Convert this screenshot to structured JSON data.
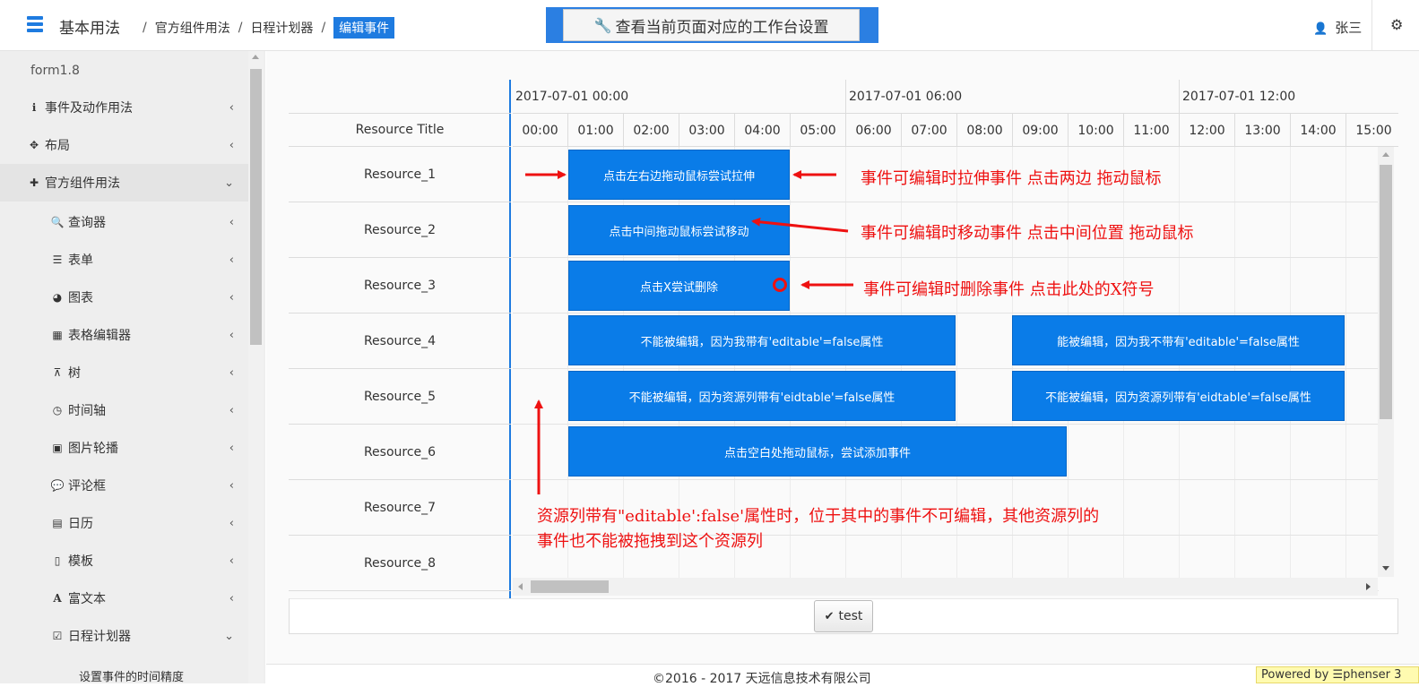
{
  "header": {
    "app_title": "基本用法",
    "breadcrumbs": [
      "官方组件用法",
      "日程计划器",
      "编辑事件"
    ],
    "workspace_button": "查看当前页面对应的工作台设置",
    "user_name": "张三",
    "icons": {
      "menu": "hamburger-icon",
      "workspace": "wrench-icon",
      "user": "user-icon",
      "settings": "gear-icon"
    }
  },
  "sidebar": {
    "version": "form1.8",
    "items": [
      {
        "label": "事件及动作用法",
        "icon": "info-circle-icon",
        "expanded": false
      },
      {
        "label": "布局",
        "icon": "move-arrows-icon",
        "expanded": false
      },
      {
        "label": "官方组件用法",
        "icon": "puzzle-icon",
        "expanded": true
      }
    ],
    "subitems": [
      {
        "label": "查询器",
        "icon": "search-icon"
      },
      {
        "label": "表单",
        "icon": "form-list-icon"
      },
      {
        "label": "图表",
        "icon": "pie-chart-icon"
      },
      {
        "label": "表格编辑器",
        "icon": "table-icon"
      },
      {
        "label": "树",
        "icon": "sitemap-icon"
      },
      {
        "label": "时间轴",
        "icon": "clock-icon"
      },
      {
        "label": "图片轮播",
        "icon": "image-icon"
      },
      {
        "label": "评论框",
        "icon": "comment-icon"
      },
      {
        "label": "日历",
        "icon": "calendar-icon"
      },
      {
        "label": "模板",
        "icon": "file-template-icon"
      },
      {
        "label": "富文本",
        "icon": "font-icon"
      },
      {
        "label": "日程计划器",
        "icon": "calendar-check-icon",
        "expanded": true
      }
    ],
    "partial_item": "设置事件的时间精度"
  },
  "scheduler": {
    "resource_title": "Resource Title",
    "days": [
      "2017-07-01 00:00",
      "2017-07-01 06:00",
      "2017-07-01 12:00"
    ],
    "hours": [
      "00:00",
      "01:00",
      "02:00",
      "03:00",
      "04:00",
      "05:00",
      "06:00",
      "07:00",
      "08:00",
      "09:00",
      "10:00",
      "11:00",
      "12:00",
      "13:00",
      "14:00",
      "15:00"
    ],
    "resources": [
      "Resource_1",
      "Resource_2",
      "Resource_3",
      "Resource_4",
      "Resource_5",
      "Resource_6",
      "Resource_7",
      "Resource_8"
    ],
    "events": [
      {
        "resource": "Resource_1",
        "start": "01:00",
        "end": "05:00",
        "text": "点击左右边拖动鼠标尝试拉伸"
      },
      {
        "resource": "Resource_2",
        "start": "01:00",
        "end": "05:00",
        "text": "点击中间拖动鼠标尝试移动"
      },
      {
        "resource": "Resource_3",
        "start": "01:00",
        "end": "05:00",
        "text": "点击X尝试删除"
      },
      {
        "resource": "Resource_4",
        "start": "01:00",
        "end": "08:00",
        "text": "不能被编辑，因为我带有'editable'=false属性"
      },
      {
        "resource": "Resource_4",
        "start": "09:00",
        "end": "15:00",
        "text": "能被编辑，因为我不带有'editable'=false属性"
      },
      {
        "resource": "Resource_5",
        "start": "01:00",
        "end": "08:00",
        "text": "不能被编辑，因为资源列带有'eidtable'=false属性"
      },
      {
        "resource": "Resource_5",
        "start": "09:00",
        "end": "15:00",
        "text": "不能被编辑，因为资源列带有'eidtable'=false属性"
      },
      {
        "resource": "Resource_6",
        "start": "01:00",
        "end": "10:00",
        "text": "点击空白处拖动鼠标，尝试添加事件"
      }
    ],
    "event_color": "#0a7ce8"
  },
  "annotations": {
    "stretch": "事件可编辑时拉伸事件 点击两边 拖动鼠标",
    "move": "事件可编辑时移动事件 点击中间位置 拖动鼠标",
    "delete": "事件可编辑时删除事件 点击此处的X符号",
    "resource_note_line1": "资源列带有\"editable':false'属性时，位于其中的事件不可编辑，其他资源列的",
    "resource_note_line2": "事件也不能被拖拽到这个资源列",
    "color": "#ee1111"
  },
  "actions": {
    "test_button": "test",
    "test_icon": "check-icon"
  },
  "footer": {
    "copyright": "©2016 - 2017 天远信息技术有限公司",
    "powered_by": "Powered by ☰phenser 3"
  }
}
